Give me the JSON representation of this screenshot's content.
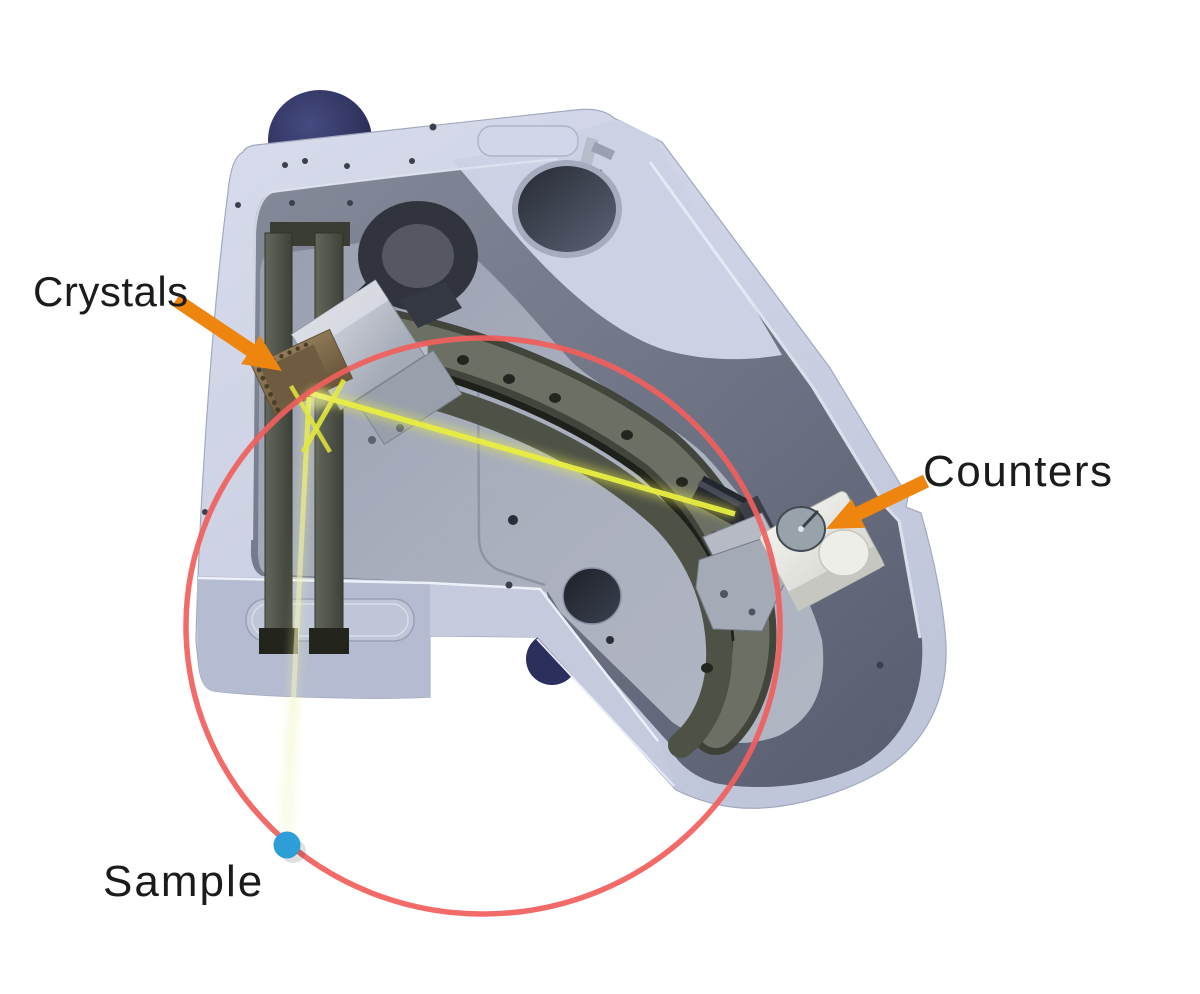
{
  "labels": {
    "crystals": "Crystals",
    "counters": "Counters",
    "sample": "Sample"
  },
  "colors": {
    "background": "#FFFFFF",
    "label_text": "#1B1B1B",
    "arrow": "#ED850F",
    "rowland_circle": "#F15E5C",
    "sample_dot": "#2D9ED8",
    "beam": "#E9ED42",
    "housing": "#CBD1E3",
    "cavity_wall": "#8A90A5",
    "floor": "#B9BFCF",
    "rail_arc": "#6C7064",
    "navy_knob": "#2B2F5D",
    "crystal_brown": "#8A7353",
    "counter_body": "#ECECE8"
  }
}
